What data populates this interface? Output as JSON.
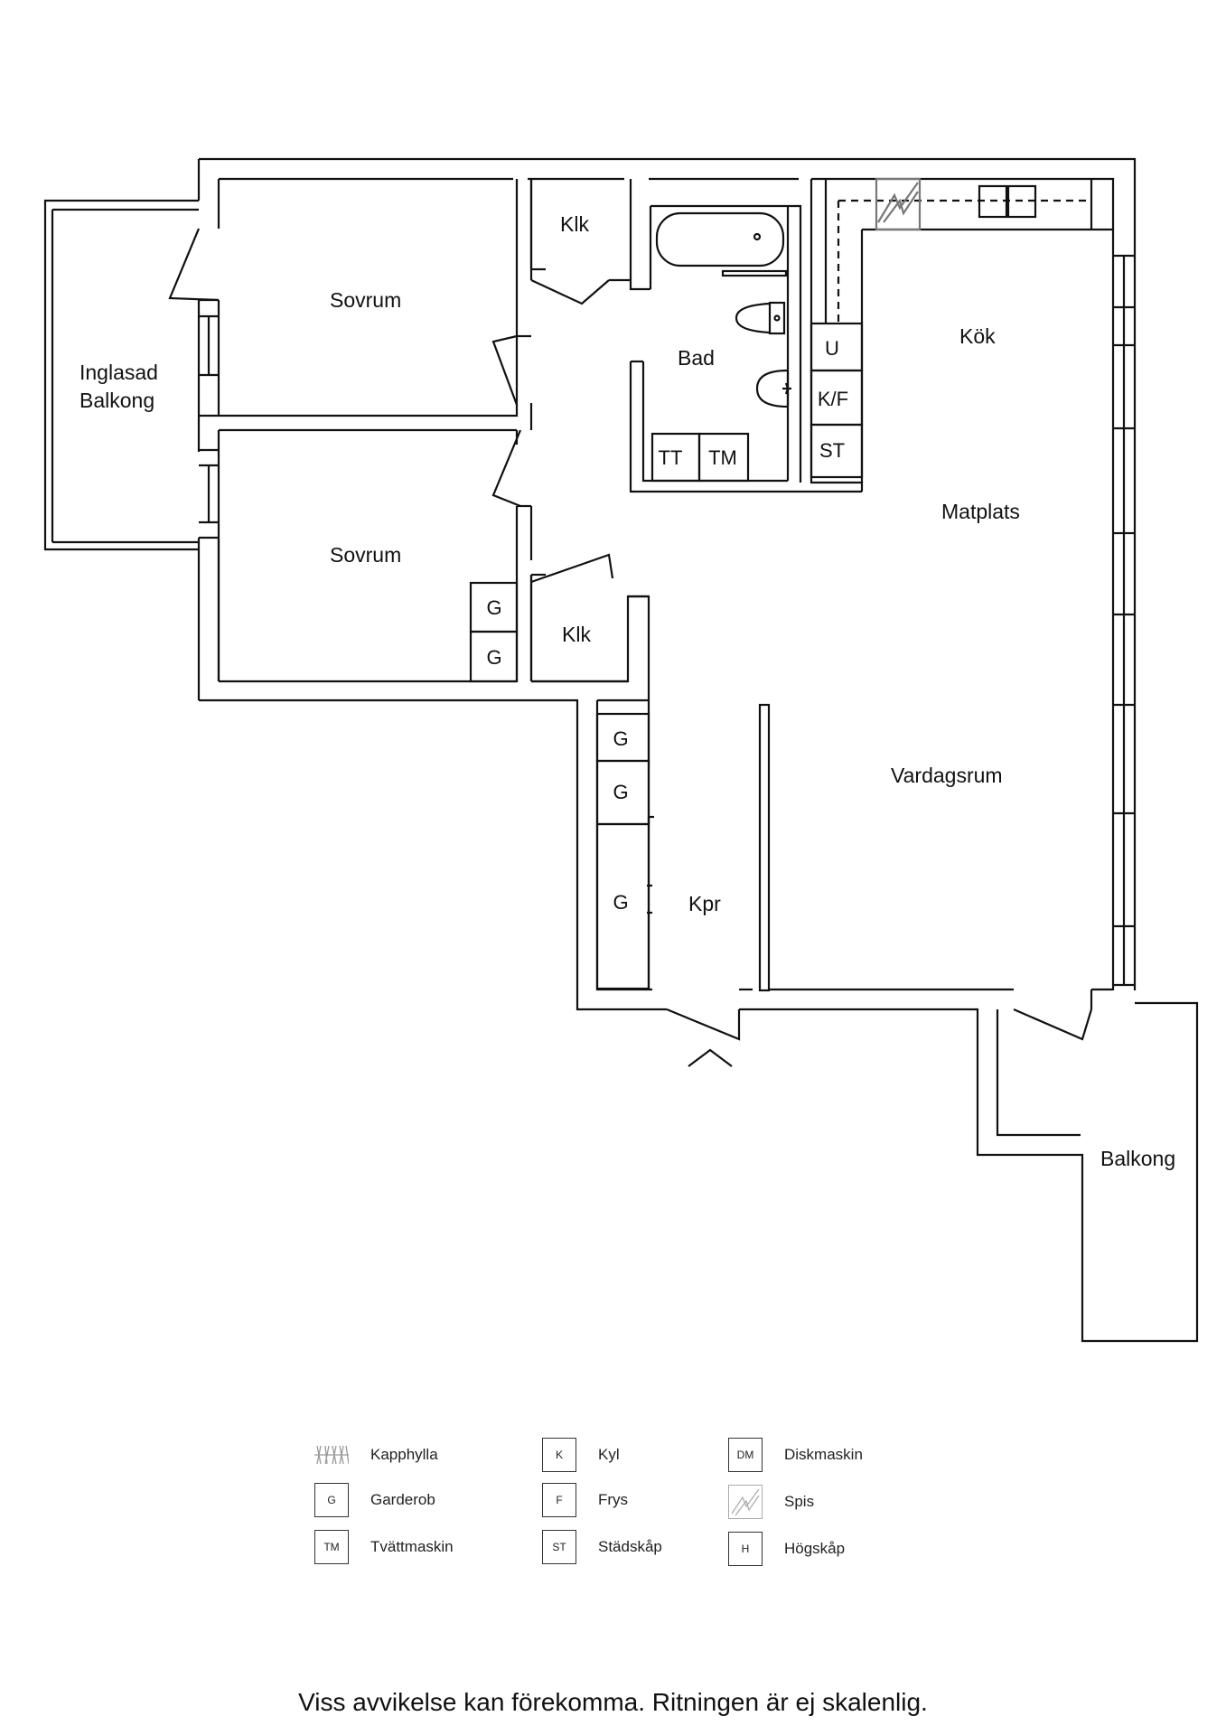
{
  "rooms": {
    "inglasad_balkong_line1": "Inglasad",
    "inglasad_balkong_line2": "Balkong",
    "sovrum_upper": "Sovrum",
    "sovrum_lower": "Sovrum",
    "klk_upper": "Klk",
    "klk_lower": "Klk",
    "bad": "Bad",
    "kok": "Kök",
    "matplats": "Matplats",
    "vardagsrum": "Vardagsrum",
    "kpr": "Kpr",
    "balkong": "Balkong"
  },
  "fixtures": {
    "tt": "TT",
    "tm": "TM",
    "u": "U",
    "kf": "K/F",
    "st": "ST",
    "g_bedroom_1": "G",
    "g_bedroom_2": "G",
    "g_hall_1": "G",
    "g_hall_2": "G",
    "g_hall_3": "G"
  },
  "legend": [
    {
      "symbol": "",
      "icon": "kapphylla-icon",
      "label": "Kapphylla"
    },
    {
      "symbol": "G",
      "icon": "",
      "label": "Garderob"
    },
    {
      "symbol": "TM",
      "icon": "",
      "label": "Tvättmaskin"
    },
    {
      "symbol": "K",
      "icon": "",
      "label": "Kyl"
    },
    {
      "symbol": "F",
      "icon": "",
      "label": "Frys"
    },
    {
      "symbol": "ST",
      "icon": "",
      "label": "Städskåp"
    },
    {
      "symbol": "DM",
      "icon": "",
      "label": "Diskmaskin"
    },
    {
      "symbol": "",
      "icon": "spis-icon",
      "label": "Spis"
    },
    {
      "symbol": "H",
      "icon": "",
      "label": "Högskåp"
    }
  ],
  "disclaimer": "Viss avvikelse kan förekomma. Ritningen är ej skalenlig."
}
